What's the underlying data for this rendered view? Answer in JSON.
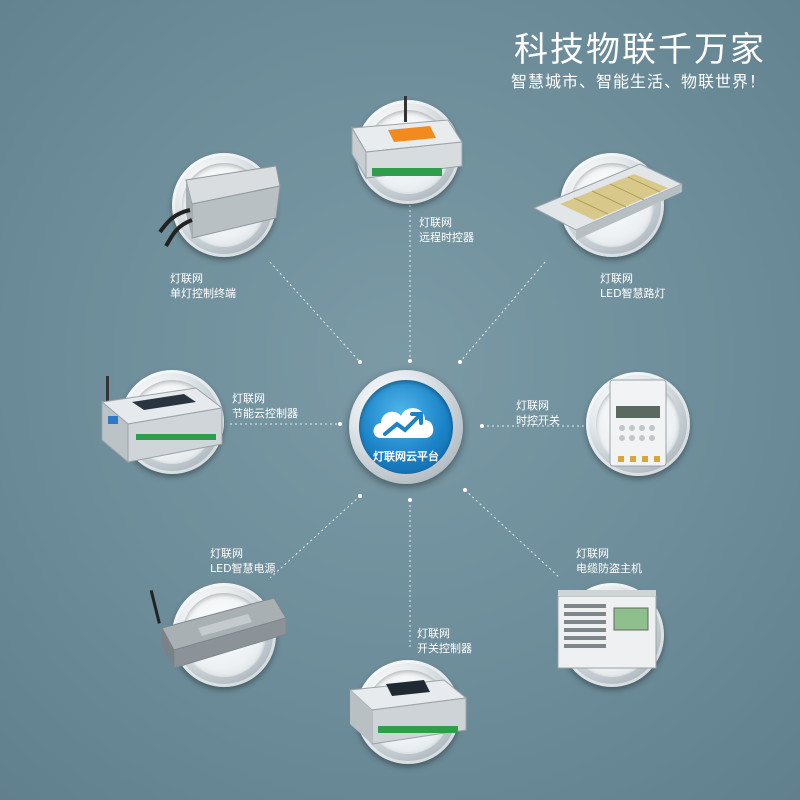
{
  "header": {
    "headline": "科技物联千万家",
    "tagline": "智慧城市、智能生活、物联世界！"
  },
  "hub": {
    "label": "灯联网云平台",
    "icon": "cloud-upload-icon"
  },
  "nodes": [
    {
      "id": "remote-timer",
      "brand": "灯联网",
      "name": "远程时控器"
    },
    {
      "id": "single-lamp",
      "brand": "灯联网",
      "name": "单灯控制终端"
    },
    {
      "id": "led-streetlight",
      "brand": "灯联网",
      "name": "LED智慧路灯"
    },
    {
      "id": "energy-cloud",
      "brand": "灯联网",
      "name": "节能云控制器"
    },
    {
      "id": "time-switch",
      "brand": "灯联网",
      "name": "时控开关"
    },
    {
      "id": "led-power",
      "brand": "灯联网",
      "name": "LED智慧电源"
    },
    {
      "id": "cable-alarm",
      "brand": "灯联网",
      "name": "电缆防盗主机"
    },
    {
      "id": "switch-controller",
      "brand": "灯联网",
      "name": "开关控制器"
    }
  ],
  "colors": {
    "background": "#6f8f9c",
    "hub_blue": "#1b83c8",
    "connector": "#e8eef1"
  }
}
